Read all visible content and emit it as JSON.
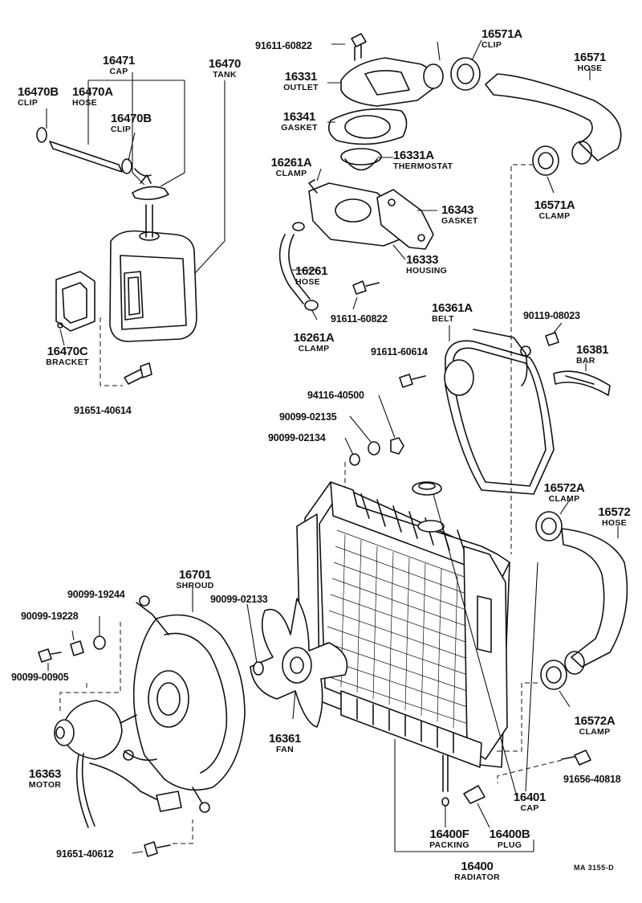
{
  "parts": {
    "p16471": {
      "num": "16471",
      "name": "CAP"
    },
    "p16470": {
      "num": "16470",
      "name": "TANK"
    },
    "p16470b_1": {
      "num": "16470B",
      "name": "CLIP"
    },
    "p16470a": {
      "num": "16470A",
      "name": "HOSE"
    },
    "p16470b_2": {
      "num": "16470B",
      "name": "CLIP"
    },
    "p16470c": {
      "num": "16470C",
      "name": "BRACKET"
    },
    "p16331": {
      "num": "16331",
      "name": "OUTLET"
    },
    "p16341": {
      "num": "16341",
      "name": "GASKET"
    },
    "p16331a": {
      "num": "16331A",
      "name": "THERMOSTAT"
    },
    "p16261a_1": {
      "num": "16261A",
      "name": "CLAMP"
    },
    "p16343": {
      "num": "16343",
      "name": "GASKET"
    },
    "p16333": {
      "num": "16333",
      "name": "HOUSING"
    },
    "p16261": {
      "num": "16261",
      "name": "HOSE"
    },
    "p16261a_2": {
      "num": "16261A",
      "name": "CLAMP"
    },
    "p16571a_1": {
      "num": "16571A",
      "name": "CLIP"
    },
    "p16571": {
      "num": "16571",
      "name": "HOSE"
    },
    "p16571a_2": {
      "num": "16571A",
      "name": "CLAMP"
    },
    "p16361a": {
      "num": "16361A",
      "name": "BELT"
    },
    "p16381": {
      "num": "16381",
      "name": "BAR"
    },
    "p16572a_1": {
      "num": "16572A",
      "name": "CLAMP"
    },
    "p16572": {
      "num": "16572",
      "name": "HOSE"
    },
    "p16572a_2": {
      "num": "16572A",
      "name": "CLAMP"
    },
    "p16701": {
      "num": "16701",
      "name": "SHROUD"
    },
    "p16361": {
      "num": "16361",
      "name": "FAN"
    },
    "p16363": {
      "num": "16363",
      "name": "MOTOR"
    },
    "p16401": {
      "num": "16401",
      "name": "CAP"
    },
    "p16400f": {
      "num": "16400F",
      "name": "PACKING"
    },
    "p16400b": {
      "num": "16400B",
      "name": "PLUG"
    },
    "p16400": {
      "num": "16400",
      "name": "RADIATOR"
    }
  },
  "bolts": {
    "b1": "91611-60822",
    "b2": "91611-60822",
    "b3": "91651-40614",
    "b4": "90119-08023",
    "b5": "91611-60614",
    "b6": "94116-40500",
    "b7": "90099-02135",
    "b8": "90099-02134",
    "b9": "90099-19244",
    "b10": "90099-19228",
    "b11": "90099-00905",
    "b12": "90099-02133",
    "b13": "91651-40612",
    "b14": "91656-40818"
  },
  "diagram_code": "MA 3155-D"
}
